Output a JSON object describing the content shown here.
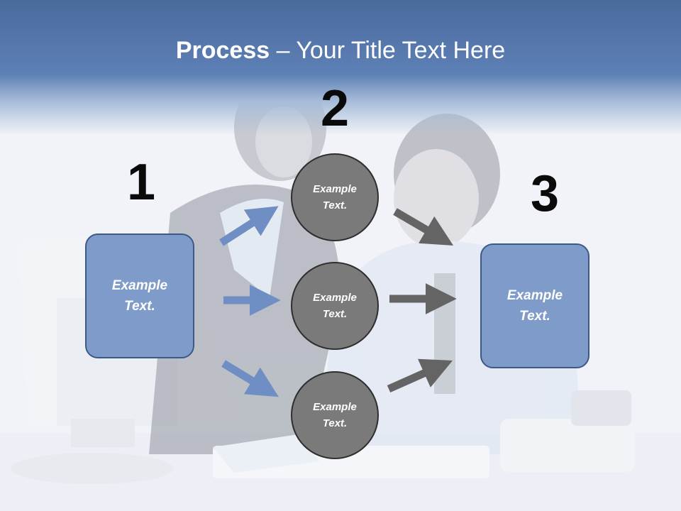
{
  "slide": {
    "title_bold": "Process",
    "title_rest": " – Your Title Text Here"
  },
  "steps": [
    {
      "number": "1"
    },
    {
      "number": "2"
    },
    {
      "number": "3"
    }
  ],
  "boxes": [
    {
      "text": "Example Text."
    },
    {
      "text": "Example Text."
    }
  ],
  "circles": [
    {
      "text": "Example Text."
    },
    {
      "text": "Example Text."
    },
    {
      "text": "Example Text."
    }
  ],
  "colors": {
    "header": "#5d80b6",
    "box_fill": "#7f9bc9",
    "circle_fill": "#7a7a7a",
    "arrow_blue": "#6f8fc4",
    "arrow_gray": "#646464"
  }
}
